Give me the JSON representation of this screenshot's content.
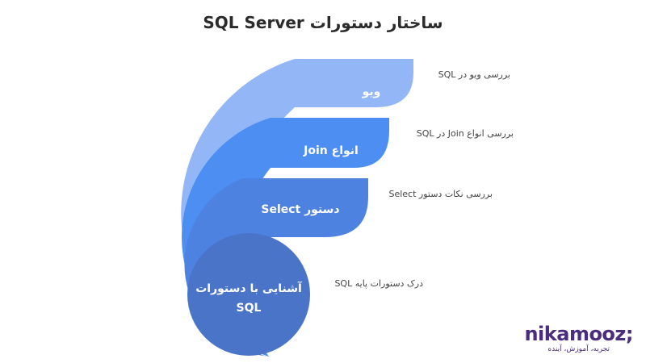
{
  "title": "ساختار دستورات SQL Server",
  "levels": [
    {
      "label": "ویو",
      "description": "بررسی ویو در SQL",
      "color": "#93B6F7"
    },
    {
      "label": "انواع Join",
      "description": "بررسی انواع Join در SQL",
      "color": "#4C8EF2"
    },
    {
      "label": "دستور Select",
      "description": "بررسی نکات دستور Select",
      "color": "#4E82E0"
    },
    {
      "label": [
        "آشنایی با دستورات",
        "SQL"
      ],
      "description": "درک دستورات پایه SQL",
      "color": "#4A74C8"
    }
  ],
  "brand": {
    "name": "nikamooz;",
    "tagline": "تجربه، آموزش، آینده",
    "color": "#4B2D7F"
  }
}
